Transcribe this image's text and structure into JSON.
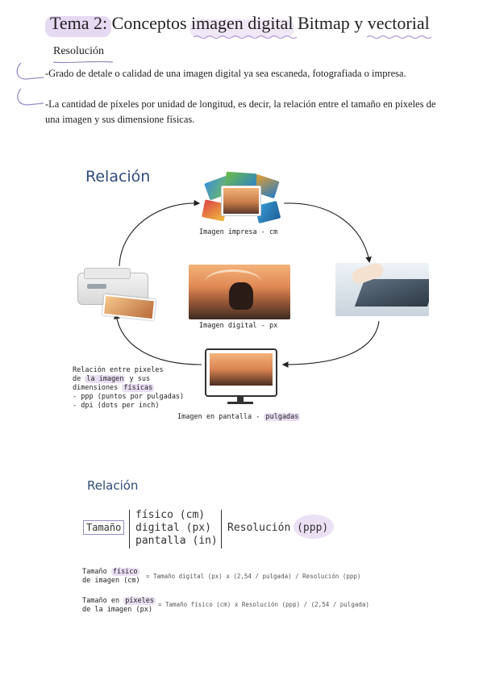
{
  "header": {
    "title": "Tema 2: Conceptos imagen digital Bitmap y vectorial",
    "subtitle": "Resolución"
  },
  "paragraphs": [
    "-Grado de detale o calidad de una imagen digital ya sea escaneda, fotografiada o impresa.",
    "-La cantidad de píxeles por unidad de longitud, es decir, la relación entre el tamaño en píxeles de una imagen y sus dimensione físicas."
  ],
  "diagram": {
    "title": "Relación",
    "labels": {
      "top": "Imagen impresa - cm",
      "center": "Imagen digital - px",
      "bottom_prefix": "Imagen en pantalla - ",
      "bottom_hl": "pulgadas"
    },
    "note": {
      "line1": "Relación entre pixeles",
      "line2_pre": "de ",
      "line2_hl": "la imagen",
      "line2_post": " y sus",
      "line3_pre": "dimensiones ",
      "line3_hl": "físicas",
      "line4": "- ppp (puntos por pulgadas)",
      "line5": "- dpi (dots per inch)"
    }
  },
  "relation2": {
    "title": "Relación",
    "left": "Tamaño",
    "middle": [
      "físico (cm)",
      "digital (px)",
      "pantalla (in)"
    ],
    "right": "Resolución (ppp)"
  },
  "formulas": [
    {
      "line1_pre": "Tamaño ",
      "line1_hl": "físico",
      "line2": "de imagen (cm)",
      "rhs": "= Tamaño digital (px) x (2,54 / pulgada) / Resolución (ppp)"
    },
    {
      "line1_pre": "Tamaño en ",
      "line1_hl": "píxeles",
      "line2": "de la imagen (px)",
      "rhs": "= Tamaño físico (cm) x Resolución (ppp) / (2,54 / pulgada)"
    }
  ],
  "colors": {
    "highlight": "#e9def3",
    "heading_blue": "#2f4d7a",
    "bracket_purple": "#9b8ac4"
  }
}
